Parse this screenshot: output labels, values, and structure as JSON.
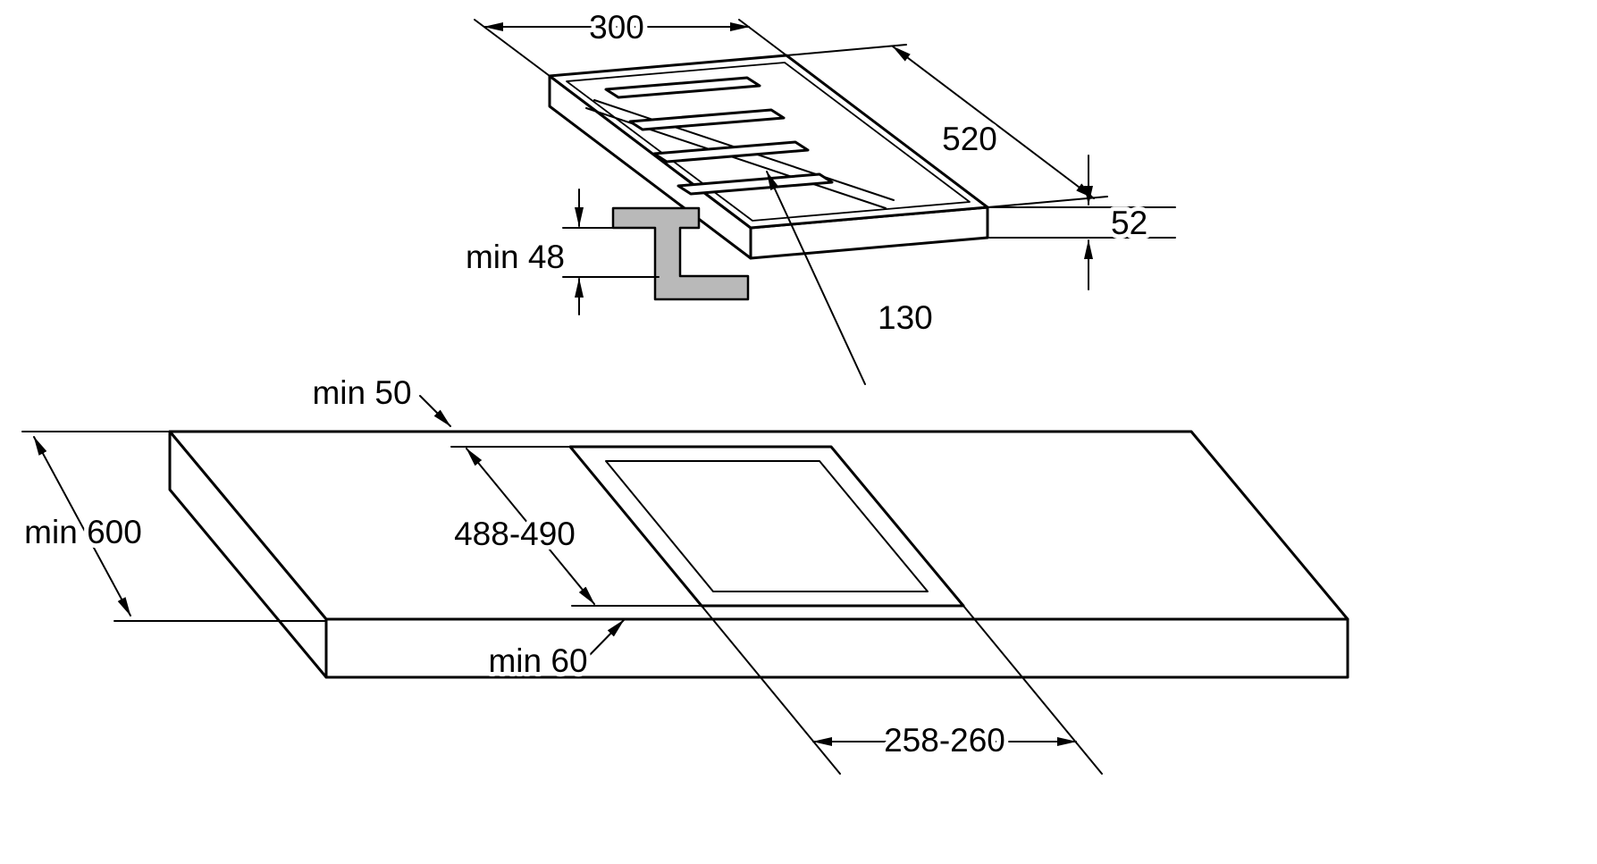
{
  "diagram": {
    "kind": "appliance-installation-dimension-drawing",
    "colors": {
      "line": "#000000",
      "bracket_fill": "#b9b9b9",
      "background": "#ffffff"
    },
    "hob_view": {
      "width": "300",
      "depth": "520",
      "height": "52",
      "burner_distance": "130",
      "min_worktop_thickness": "min 48"
    },
    "worktop_view": {
      "rear_clearance": "min 50",
      "cutout_depth": "488-490",
      "min_depth": "min 600",
      "front_clearance": "min 60",
      "cutout_width": "258-260"
    }
  }
}
